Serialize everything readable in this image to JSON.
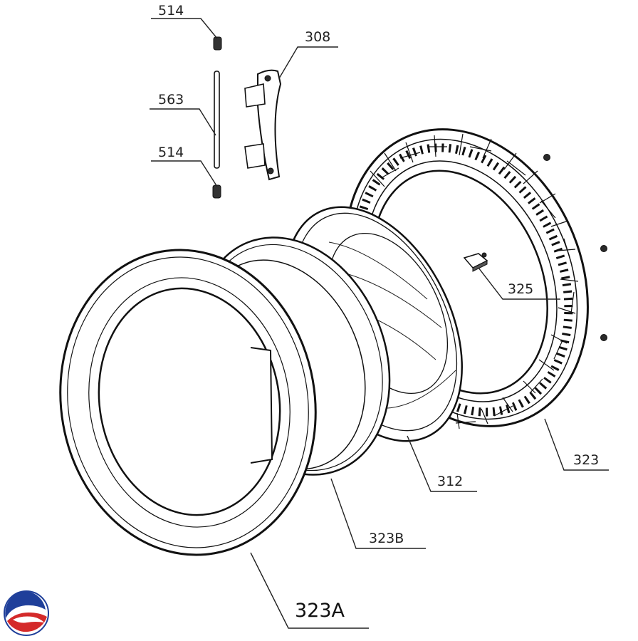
{
  "diagram": {
    "labels": {
      "p514_top": "514",
      "p308": "308",
      "p563": "563",
      "p514_bottom": "514",
      "p325": "325",
      "p323": "323",
      "p312": "312",
      "p323B": "323B",
      "p323A": "323A"
    },
    "logo": {
      "icon": "brand-logo-icon",
      "colors": [
        "#1f3f9a",
        "#d42a2a"
      ]
    }
  }
}
